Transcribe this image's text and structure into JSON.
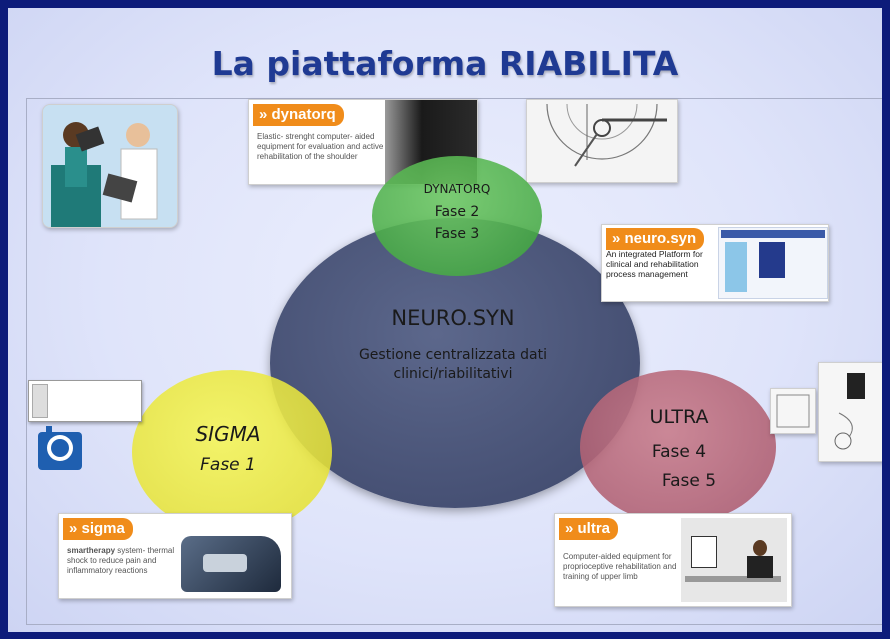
{
  "title": "La piattaforma RIABILITA",
  "center": {
    "name": "NEURO.SYN",
    "desc_line1": "Gestione centralizzata dati",
    "desc_line2": "clinici/riabilitativi"
  },
  "dynatorq_circle": {
    "name": "DYNATORQ",
    "phase1": "Fase 2",
    "phase2": "Fase 3"
  },
  "sigma_circle": {
    "name": "SIGMA",
    "phase1": "Fase 1"
  },
  "ultra_circle": {
    "name": "ULTRA",
    "phase1": "Fase 4",
    "phase2": "Fase 5"
  },
  "cards": {
    "dynatorq": {
      "tag": "» dynatorq",
      "desc": "Elastic- strenght computer- aided equipment for evaluation and active rehabilitation of the shoulder"
    },
    "neurosyn": {
      "tag": "» neuro.syn",
      "desc": "An integrated Platform for clinical and rehabilitation process management"
    },
    "sigma": {
      "tag": "» sigma",
      "desc_bold": "smartherapy",
      "desc": " system- thermal shock to reduce pain and inflammatory reactions"
    },
    "ultra": {
      "tag": "» ultra",
      "desc": "Computer-aided equipment for proprioceptive rehabilitation and training of upper limb"
    }
  },
  "colors": {
    "background": "#0d1b7a",
    "title": "#1f3a93",
    "center_circle": "#3f4a6e",
    "dynatorq_circle": "#3fa83a",
    "sigma_circle": "#e2e02a",
    "ultra_circle": "#b45a6a",
    "card_tag": "#f08c1a"
  }
}
